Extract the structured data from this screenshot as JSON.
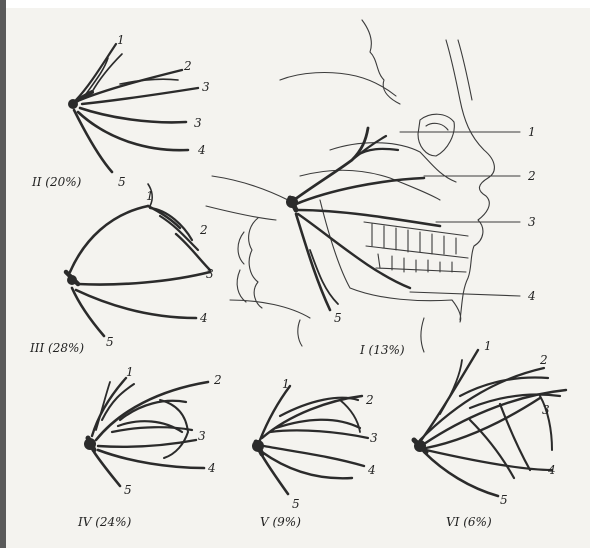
{
  "diagram": {
    "variants": [
      {
        "id": "II",
        "caption": "II (20%)",
        "branch_labels": [
          "1",
          "2",
          "3",
          "3",
          "4",
          "5"
        ]
      },
      {
        "id": "III",
        "caption": "III (28%)",
        "branch_labels": [
          "1",
          "2",
          "3",
          "4",
          "5"
        ]
      },
      {
        "id": "I",
        "caption": "I (13%)",
        "branch_labels": [
          "1",
          "2",
          "3",
          "4",
          "5"
        ]
      },
      {
        "id": "IV",
        "caption": "IV (24%)",
        "branch_labels": [
          "1",
          "2",
          "3",
          "4",
          "5"
        ]
      },
      {
        "id": "V",
        "caption": "V (9%)",
        "branch_labels": [
          "1",
          "2",
          "3",
          "4",
          "5"
        ]
      },
      {
        "id": "VI",
        "caption": "VI (6%)",
        "branch_labels": [
          "1",
          "2",
          "3",
          "4",
          "5"
        ]
      }
    ]
  }
}
